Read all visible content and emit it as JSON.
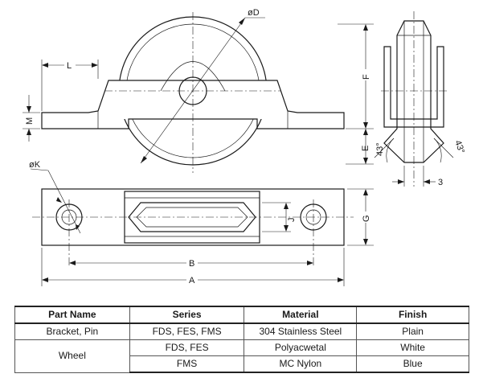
{
  "dims": {
    "d": "øD",
    "l": "L",
    "f": "F",
    "m": "M",
    "e": "E",
    "angle_left": "43°",
    "angle_right": "43°",
    "three": "3",
    "k": "øK",
    "j": "J",
    "g": "G",
    "b": "B",
    "a": "A"
  },
  "table": {
    "headers": [
      "Part Name",
      "Series",
      "Material",
      "Finish"
    ],
    "rows": [
      {
        "part": "Bracket, Pin",
        "series": "FDS, FES, FMS",
        "material": "304 Stainless Steel",
        "finish": "Plain"
      },
      {
        "part": "Wheel",
        "series": "FDS, FES",
        "material": "Polyacwetal",
        "finish": "White"
      },
      {
        "series": "FMS",
        "material": "MC Nylon",
        "finish": "Blue"
      }
    ]
  }
}
